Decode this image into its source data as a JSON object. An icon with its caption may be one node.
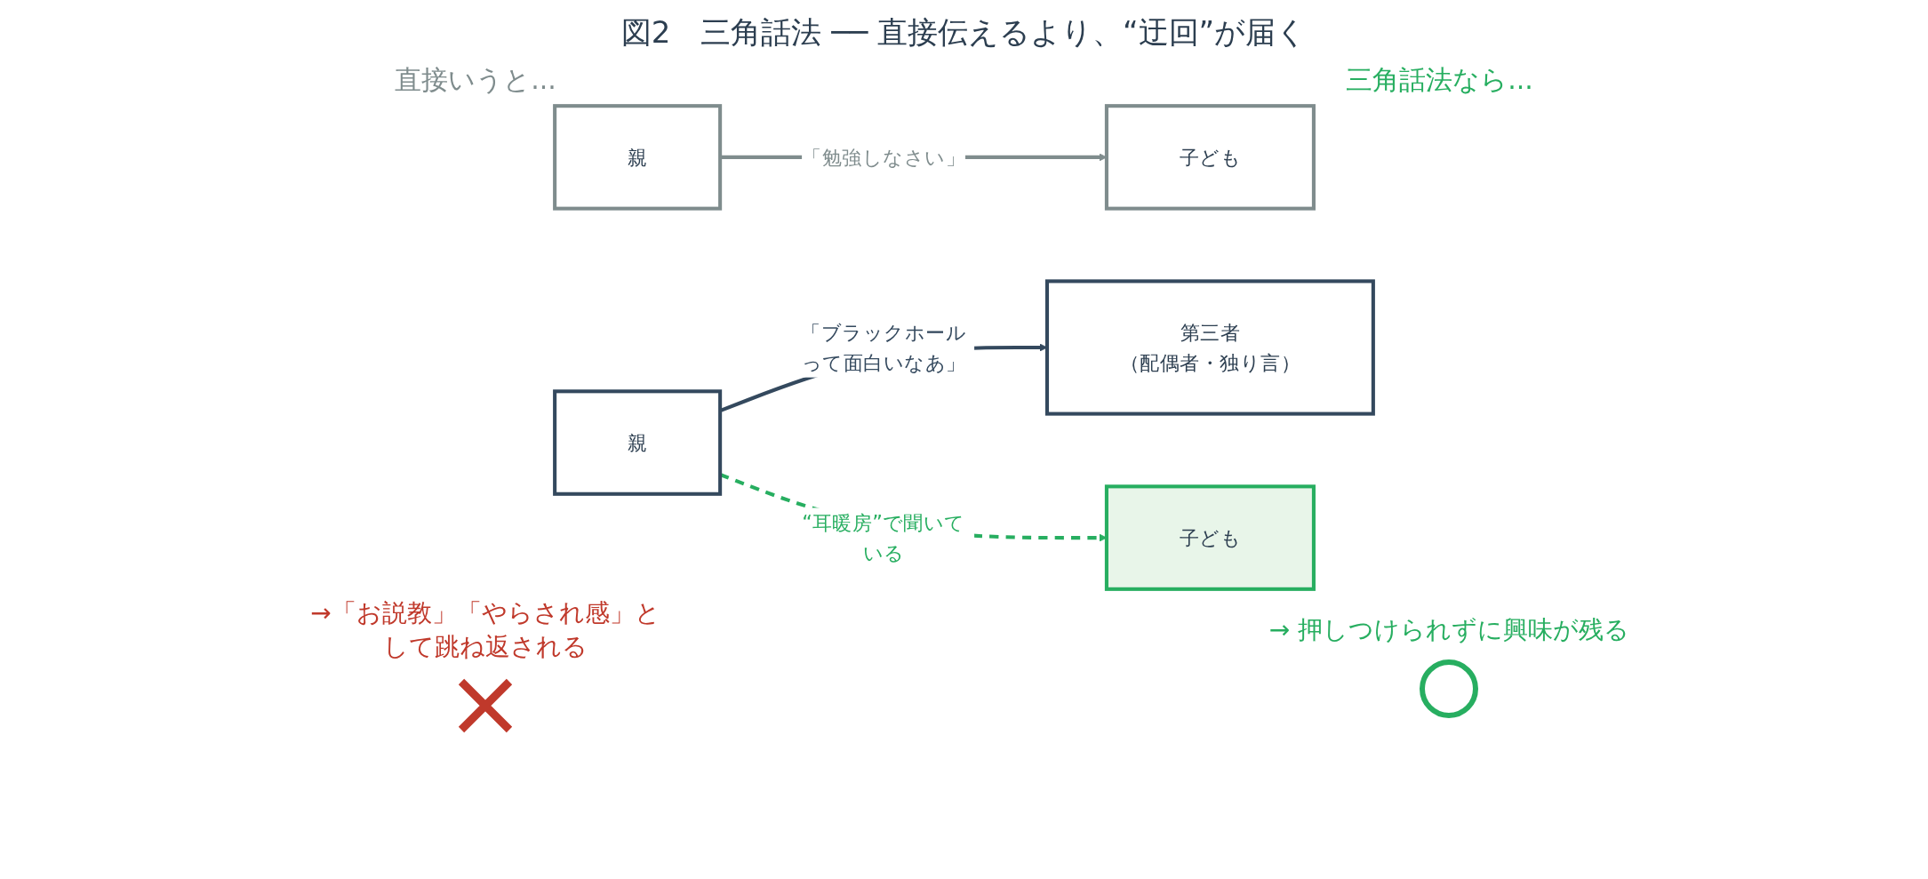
{
  "diagram": {
    "title": "図2　三角話法 ── 直接伝えるより、“迂回”が届く",
    "nodes": [
      {
        "text": [
          "親"
        ]
      },
      {
        "text": [
          "子ども"
        ]
      },
      {
        "text": [
          "親"
        ]
      },
      {
        "text": [
          "第三者",
          "（配偶者・独り言）"
        ]
      },
      {
        "text": [
          "子ども"
        ]
      }
    ],
    "edges": [
      {
        "from": 0,
        "to": 1,
        "arrow": "to",
        "label": "「勉強しなさい」",
        "color": "#7f8c8d"
      },
      {
        "from": 2,
        "to": 3,
        "arrow": "to",
        "label": "「ブラックホールって面白いなあ」"
      },
      {
        "from": 2,
        "to": 4,
        "arrow": "to",
        "label": "“耳暖房”で聞いている",
        "style": "dashed",
        "color": "#27ae60"
      }
    ],
    "labels": [
      "直接いうと...",
      "三角話法なら...",
      "→「お説教」「やらされ感」として跳ね返される",
      "→ 押しつけられずに興味が残る"
    ]
  }
}
